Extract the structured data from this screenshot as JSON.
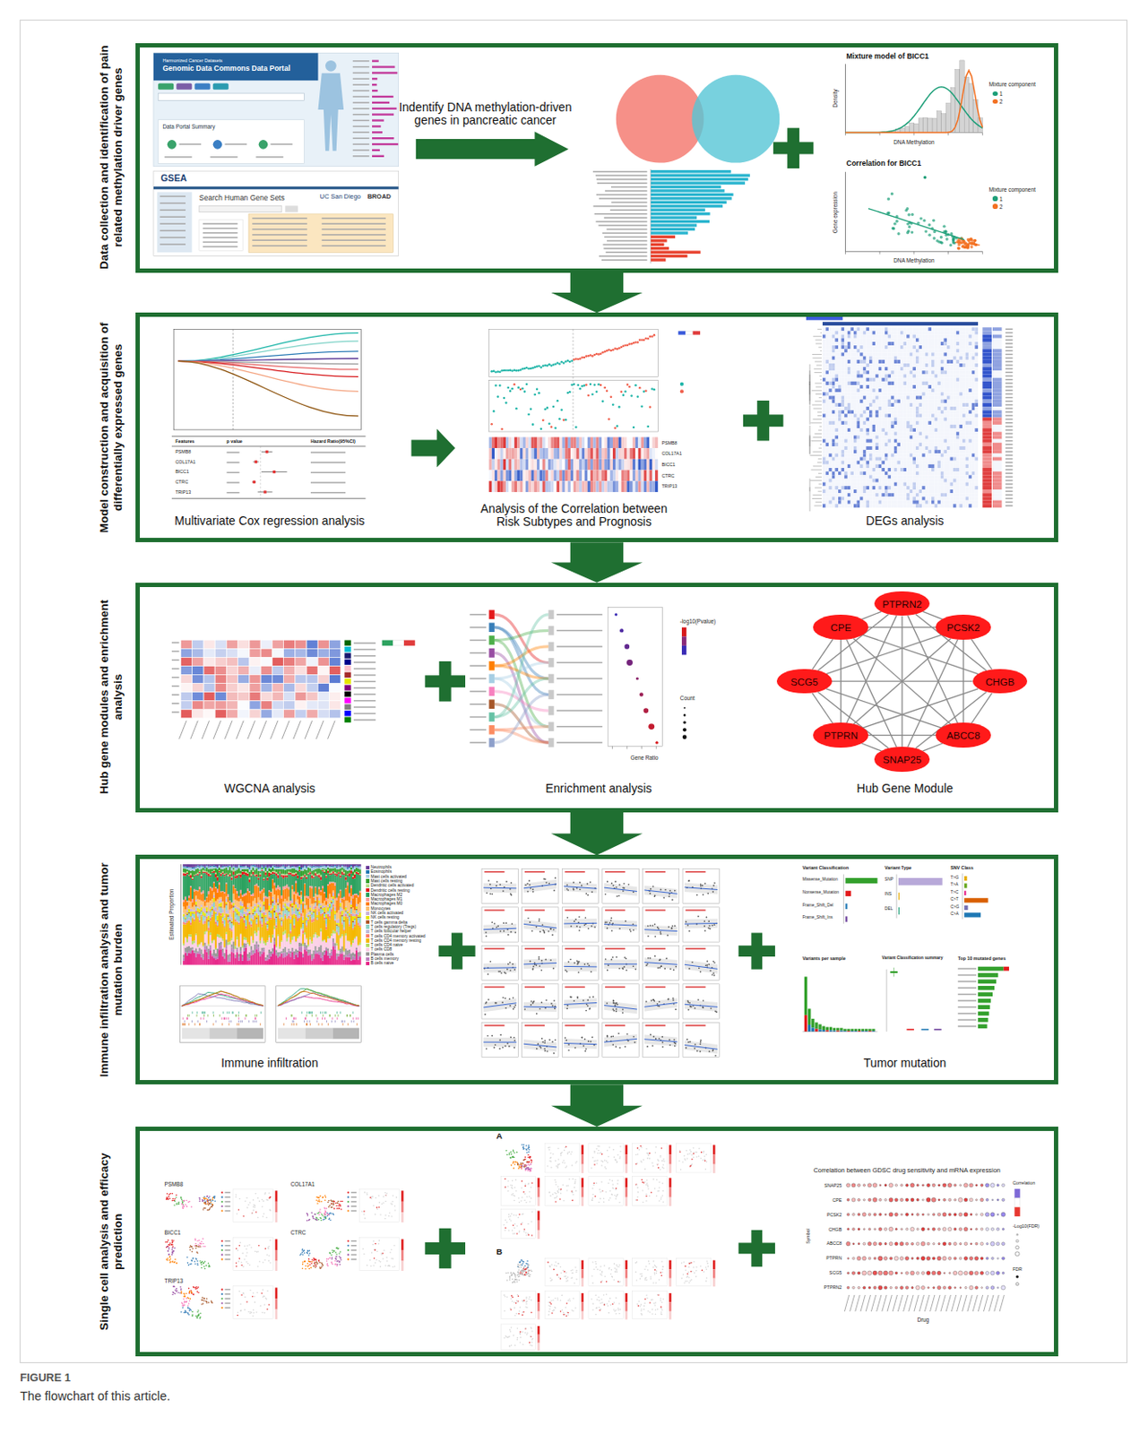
{
  "diagram": {
    "caption": "The flowchart of this article.",
    "nodes": [
      {
        "text": [
          "Data collection and identification of pain related methylation driver genes"
        ]
      },
      {
        "text": [
          "Model construction and acquisition of differentially expressed genes"
        ]
      },
      {
        "text": [
          "Hub gene modules and enrichment analysis"
        ]
      },
      {
        "text": [
          "Immune infiltration analysis and tumor mutation burden"
        ]
      },
      {
        "text": [
          "Single cell analysis and efficacy prediction"
        ]
      },
      {
        "text": [
          "PTPRN2"
        ],
        "in": 2
      },
      {
        "text": [
          "CPE"
        ],
        "in": 2
      },
      {
        "text": [
          "PCSK2"
        ],
        "in": 2
      },
      {
        "text": [
          "SCG5"
        ],
        "in": 2
      },
      {
        "text": [
          "CHGB"
        ],
        "in": 2
      },
      {
        "text": [
          "PTPRN"
        ],
        "in": 2
      },
      {
        "text": [
          "ABCC8"
        ],
        "in": 2
      },
      {
        "text": [
          "SNAP25"
        ],
        "in": 2
      }
    ],
    "edges": [
      {
        "from": 0,
        "to": 1,
        "arrow": "to"
      },
      {
        "from": 1,
        "to": 2,
        "arrow": "to"
      },
      {
        "from": 2,
        "to": 3,
        "arrow": "to"
      },
      {
        "from": 3,
        "to": 4,
        "arrow": "to"
      },
      {
        "from": 5,
        "to": 6,
        "arrow": "none"
      },
      {
        "from": 5,
        "to": 7,
        "arrow": "none"
      },
      {
        "from": 5,
        "to": 8,
        "arrow": "none"
      },
      {
        "from": 5,
        "to": 9,
        "arrow": "none"
      },
      {
        "from": 5,
        "to": 10,
        "arrow": "none"
      },
      {
        "from": 5,
        "to": 11,
        "arrow": "none"
      },
      {
        "from": 5,
        "to": 12,
        "arrow": "none"
      },
      {
        "from": 6,
        "to": 7,
        "arrow": "none"
      },
      {
        "from": 6,
        "to": 8,
        "arrow": "none"
      },
      {
        "from": 6,
        "to": 9,
        "arrow": "none"
      },
      {
        "from": 6,
        "to": 10,
        "arrow": "none"
      },
      {
        "from": 6,
        "to": 11,
        "arrow": "none"
      },
      {
        "from": 6,
        "to": 12,
        "arrow": "none"
      },
      {
        "from": 7,
        "to": 8,
        "arrow": "none"
      },
      {
        "from": 7,
        "to": 9,
        "arrow": "none"
      },
      {
        "from": 7,
        "to": 10,
        "arrow": "none"
      },
      {
        "from": 7,
        "to": 11,
        "arrow": "none"
      },
      {
        "from": 7,
        "to": 12,
        "arrow": "none"
      },
      {
        "from": 8,
        "to": 9,
        "arrow": "none"
      },
      {
        "from": 8,
        "to": 10,
        "arrow": "none"
      },
      {
        "from": 8,
        "to": 11,
        "arrow": "none"
      },
      {
        "from": 8,
        "to": 12,
        "arrow": "none"
      },
      {
        "from": 9,
        "to": 10,
        "arrow": "none"
      },
      {
        "from": 9,
        "to": 11,
        "arrow": "none"
      },
      {
        "from": 9,
        "to": 12,
        "arrow": "none"
      },
      {
        "from": 10,
        "to": 11,
        "arrow": "none"
      },
      {
        "from": 10,
        "to": 12,
        "arrow": "none"
      },
      {
        "from": 11,
        "to": 12,
        "arrow": "none"
      }
    ],
    "labels": [
      "Harmonized Cancer Datasets",
      "Genomic Data Commons Data Portal",
      "Data Portal Summary",
      "GSEA",
      "Search Human Gene Sets",
      "UC San Diego",
      "BROAD",
      "Indentify DNA methylation-driven genes in pancreatic cancer",
      "Mixture model of BICC1",
      "Density",
      "DNA Methylation",
      "Mixture component",
      "Correlation for BICC1",
      "Gene expression",
      "DNA Methylation",
      "Mixture component",
      "Features",
      "p value",
      "Hazard Ratio(95%CI)",
      "PSMB8",
      "COL17A1",
      "BICC1",
      "CTRC",
      "TRIP13",
      "Multivariate Cox regression analysis",
      "PSMB8",
      "COL17A1",
      "BICC1",
      "CTRC",
      "TRIP13",
      "Analysis of the Correlation between Risk Subtypes and Prognosis",
      "DEGs analysis",
      "WGCNA analysis",
      "Enrichment analysis",
      "Gene Ratio",
      "Count",
      "-log10(Pvalue)",
      "Hub Gene Module",
      "Estimated Proportion",
      "Immune infiltration",
      "Variant Classification",
      "Variant Type",
      "SNV Class",
      "Missense_Mutation",
      "Nonsense_Mutation",
      "Frame_Shift_Del",
      "Frame_Shift_Ins",
      "SNP",
      "INS",
      "DEL",
      "T>G",
      "T>A",
      "T>C",
      "C>T",
      "C>G",
      "C>A",
      "Variants per sample",
      "Variant Classification summary",
      "Top 10 mutated genes",
      "Tumor mutation",
      "PSMB8",
      "COL17A1",
      "BICC1",
      "CTRC",
      "TRIP13",
      "A",
      "B",
      "Correlation between GDSC drug sensitivity and mRNA expression",
      "SNAP25",
      "CPE",
      "PCSK2",
      "CHGB",
      "ABCC8",
      "PTPRN",
      "SCG5",
      "PTPRN2",
      "Symbol",
      "Drug",
      "Correlation",
      "-Log10(FDR)",
      "FDR",
      "FIGURE 1"
    ],
    "legend": [
      {
        "text": "1",
        "color": "#1b9e77"
      },
      {
        "text": "2",
        "color": "#f37021"
      },
      {
        "text": "1",
        "color": "#1b9e77"
      },
      {
        "text": "2",
        "color": "#f37021"
      },
      {
        "text": "Neutrophils",
        "color": "#6a3d9a"
      },
      {
        "text": "Eosinophils",
        "color": "#1f78b4"
      },
      {
        "text": "Mast cells activated",
        "color": "#a6cee3"
      },
      {
        "text": "Mast cells resting",
        "color": "#33a02c"
      },
      {
        "text": "Dendritic cells activated",
        "color": "#b2df8a"
      },
      {
        "text": "Dendritic cells resting",
        "color": "#e31a1c"
      },
      {
        "text": "Macrophages M2",
        "color": "#2ca25f"
      },
      {
        "text": "Macrophages M1",
        "color": "#fb9a99"
      },
      {
        "text": "Macrophages M0",
        "color": "#ff7f00"
      },
      {
        "text": "Monocytes",
        "color": "#fdbf6f"
      },
      {
        "text": "NK cells activated",
        "color": "#cab2d6"
      },
      {
        "text": "NK cells resting",
        "color": "#e6e600"
      },
      {
        "text": "T cells gamma delta",
        "color": "#b15928"
      },
      {
        "text": "T cells regulatory (Tregs)",
        "color": "#8dd3c7"
      },
      {
        "text": "T cells follicular helper",
        "color": "#bebada"
      },
      {
        "text": "T cells CD4 memory activated",
        "color": "#fb8072"
      },
      {
        "text": "T cells CD4 memory resting",
        "color": "#f5b800"
      },
      {
        "text": "T cells CD4 naive",
        "color": "#b3de69"
      },
      {
        "text": "T cells CD8",
        "color": "#fccde5"
      },
      {
        "text": "Plasma cells",
        "color": "#999999"
      },
      {
        "text": "B cells memory",
        "color": "#bc80bd"
      },
      {
        "text": "B cells naive",
        "color": "#e7298a"
      }
    ]
  }
}
